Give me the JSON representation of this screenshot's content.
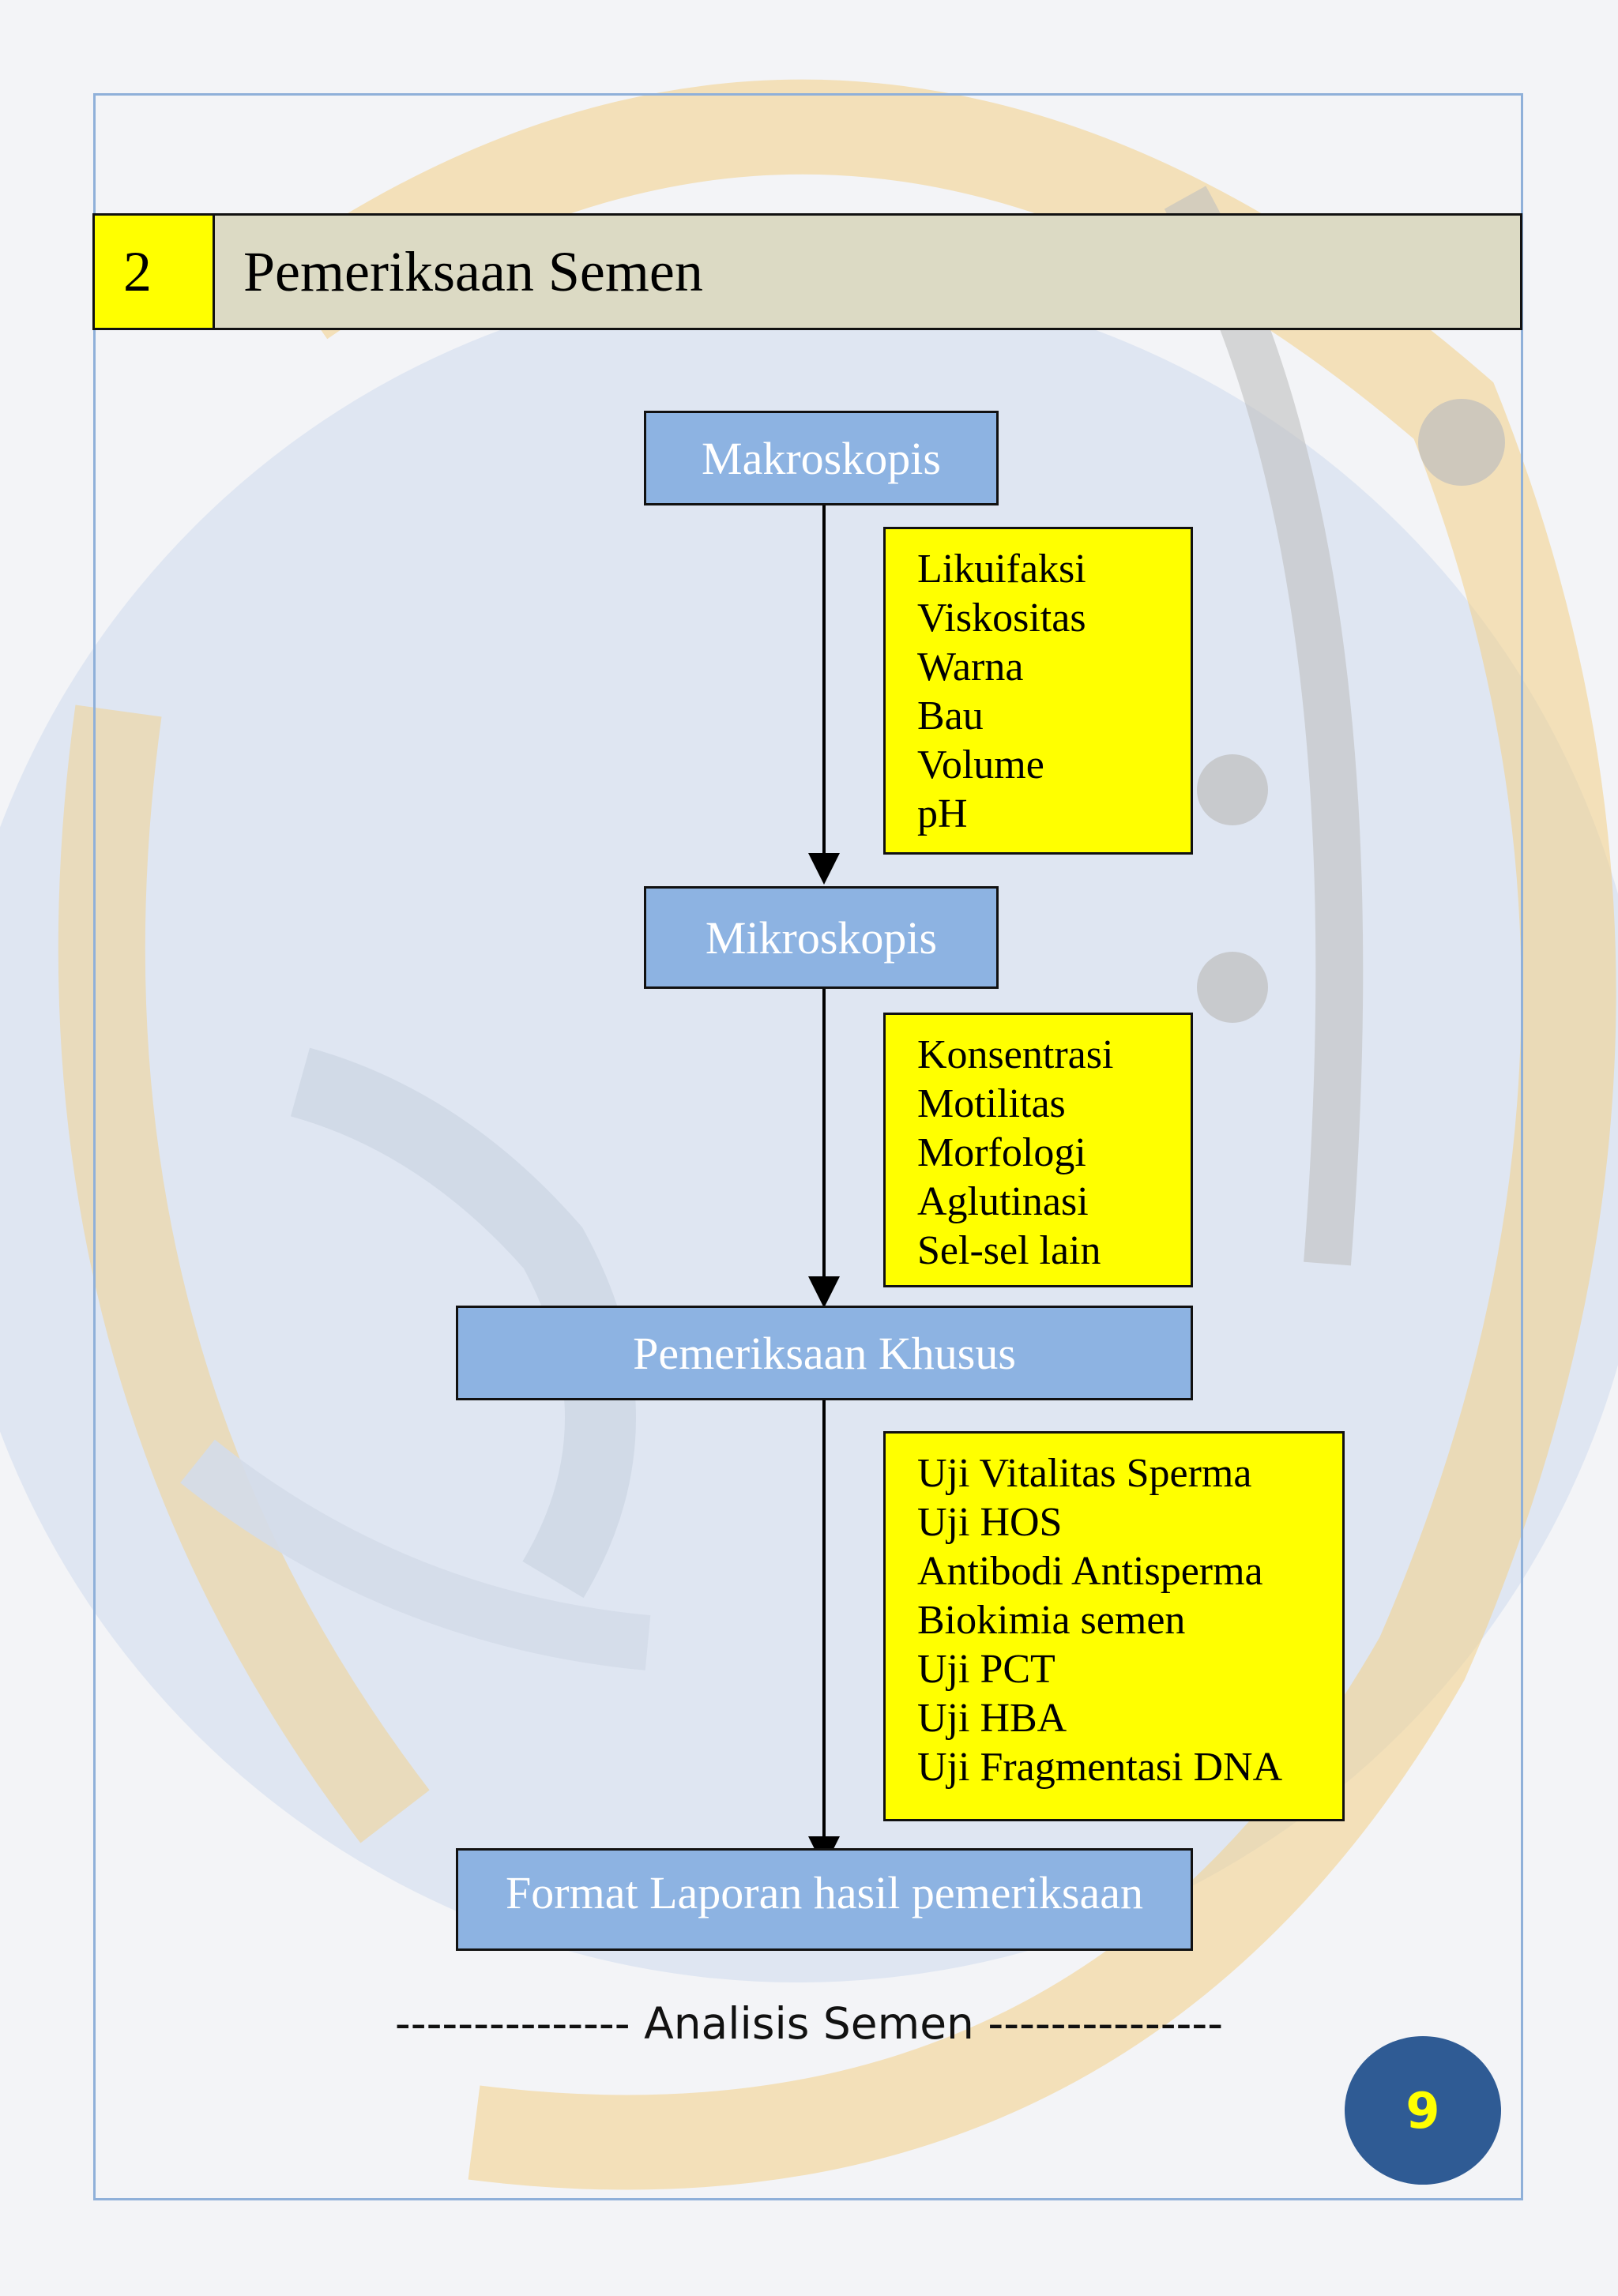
{
  "section": {
    "number": "2",
    "title": "Pemeriksaan Semen"
  },
  "flow": {
    "stages": [
      {
        "label": "Makroskopis"
      },
      {
        "label": "Mikroskopis"
      },
      {
        "label": "Pemeriksaan Khusus"
      },
      {
        "label": "Format Laporan hasil pemeriksaan"
      }
    ],
    "details": [
      {
        "items": [
          "Likuifaksi",
          "Viskositas",
          "Warna",
          "Bau",
          "Volume",
          "pH"
        ]
      },
      {
        "items": [
          "Konsentrasi",
          "Motilitas",
          "Morfologi",
          "Aglutinasi",
          "Sel-sel lain"
        ]
      },
      {
        "items": [
          "Uji Vitalitas Sperma",
          "Uji HOS",
          "Antibodi Antisperma",
          "Biokimia semen",
          "Uji PCT",
          "Uji HBA",
          "Uji Fragmentasi DNA"
        ]
      }
    ]
  },
  "footer": {
    "text": "--------------- Analisis Semen ---------------",
    "page_number": "9"
  },
  "colors": {
    "stage_fill": "#8db3e2",
    "detail_fill": "#ffff00",
    "header_fill": "#dcdac4",
    "page_badge": "#2f5b94"
  }
}
